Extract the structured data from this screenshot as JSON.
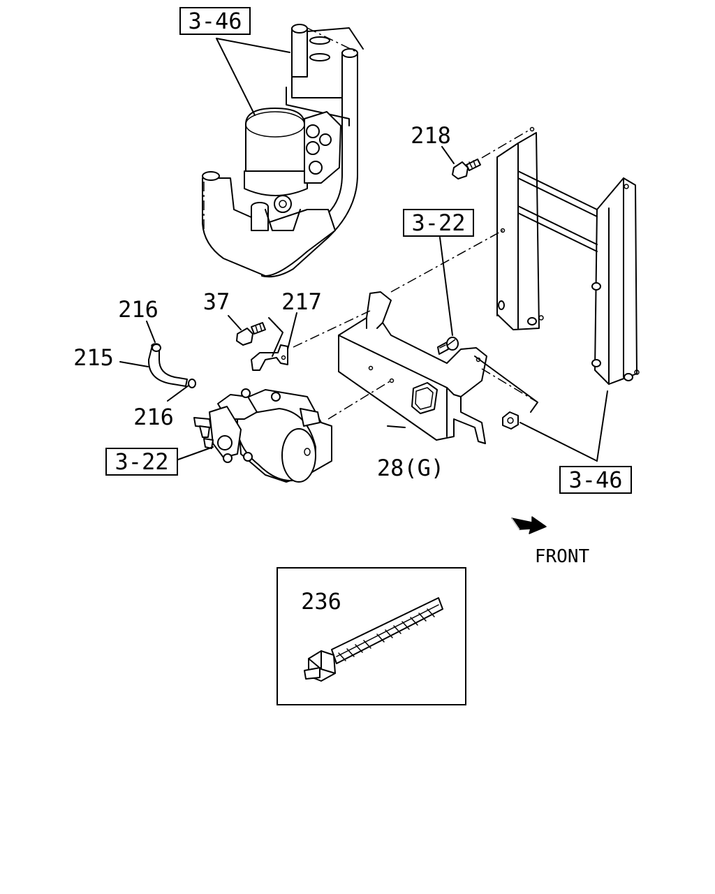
{
  "diagram": {
    "refs": {
      "ref_top": "3-46",
      "ref_mid": "3-22",
      "ref_left": "3-22",
      "ref_right": "3-46"
    },
    "parts": {
      "p218": "218",
      "p37": "37",
      "p217": "217",
      "p216_top": "216",
      "p215": "215",
      "p216_bottom": "216",
      "p28": "28(G)",
      "p236": "236"
    },
    "direction_label": "FRONT"
  }
}
